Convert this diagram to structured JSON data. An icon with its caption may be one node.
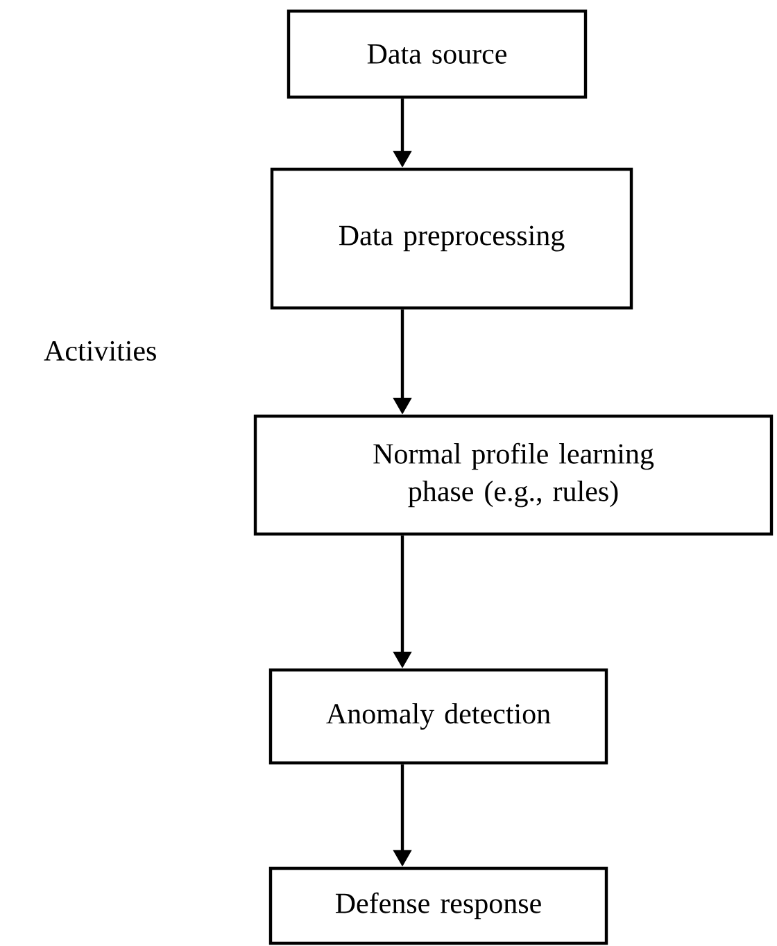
{
  "diagram": {
    "nodes": [
      {
        "text": [
          "Data source"
        ]
      },
      {
        "text": [
          "Data preprocessing"
        ]
      },
      {
        "text": [
          "Normal profile learning phase (e.g., rules)"
        ]
      },
      {
        "text": [
          "Anomaly detection"
        ]
      },
      {
        "text": [
          "Defense response"
        ]
      }
    ],
    "edges": [
      {
        "from": 0,
        "to": 1,
        "arrow": "to"
      },
      {
        "from": 1,
        "to": 2,
        "arrow": "to"
      },
      {
        "from": 2,
        "to": 3,
        "arrow": "to"
      },
      {
        "from": 3,
        "to": 4,
        "arrow": "to"
      }
    ],
    "labels": [
      "Activities"
    ]
  }
}
